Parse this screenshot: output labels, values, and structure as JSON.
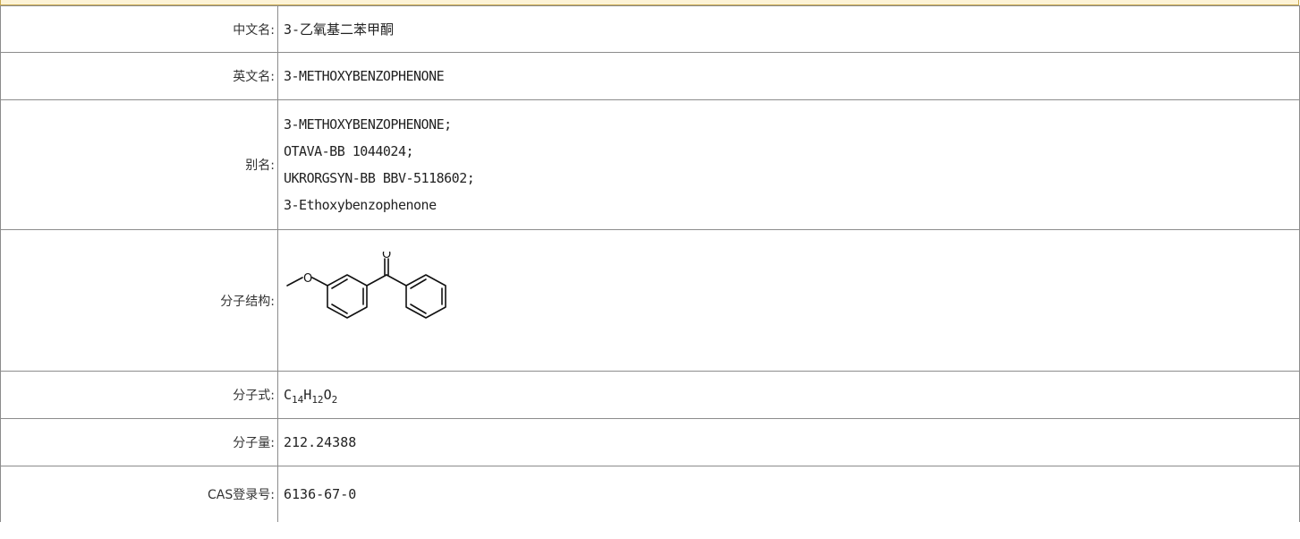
{
  "rows": {
    "chinese_name": {
      "label": "中文名:",
      "value": "3-乙氧基二苯甲酮"
    },
    "english_name": {
      "label": "英文名:",
      "value": "3-METHOXYBENZOPHENONE"
    },
    "aliases": {
      "label": "别名:",
      "values": [
        "3-METHOXYBENZOPHENONE;",
        "OTAVA-BB 1044024;",
        "UKRORGSYN-BB BBV-5118602;",
        "3-Ethoxybenzophenone"
      ]
    },
    "structure": {
      "label": "分子结构:",
      "atom_label": "O"
    },
    "formula": {
      "label": "分子式:",
      "parts": [
        {
          "el": "C",
          "n": "14"
        },
        {
          "el": "H",
          "n": "12"
        },
        {
          "el": "O",
          "n": "2"
        }
      ]
    },
    "molecular_weight": {
      "label": "分子量:",
      "value": "212.24388"
    },
    "cas": {
      "label": "CAS登录号:",
      "value": "6136-67-0"
    }
  }
}
